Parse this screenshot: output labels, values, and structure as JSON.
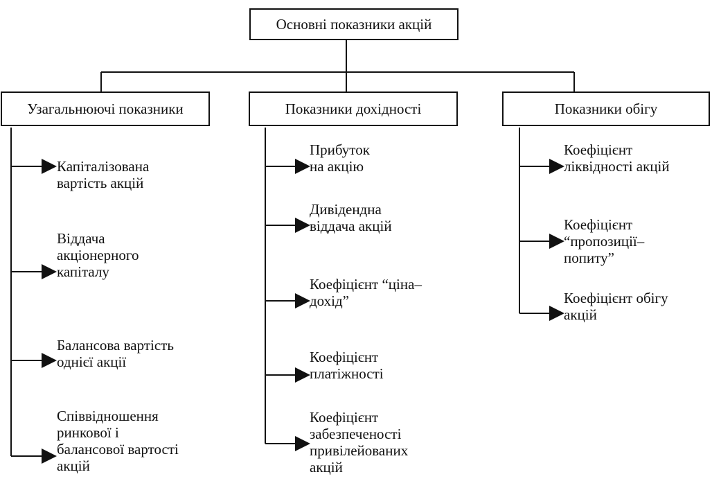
{
  "root": {
    "label": "Основні показники акцій"
  },
  "categories": [
    {
      "label": "Узагальнюючі показники",
      "items": [
        "Капіталізована\nвартість акцій",
        "Віддача\nакціонерного\nкапіталу",
        "Балансова вартість\nоднієї акції",
        "Співвідношення\nринкової і\nбалансової вартості\nакцій"
      ]
    },
    {
      "label": "Показники дохідності",
      "items": [
        "Прибуток\nна акцію",
        "Дивідендна\nвіддача акцій",
        "Коефіцієнт “ціна–\nдохід”",
        "Коефіцієнт\nплатіжності",
        "Коефіцієнт\nзабезпеченості\nпривілейованих\nакцій"
      ]
    },
    {
      "label": "Показники обігу",
      "items": [
        "Коефіцієнт\nліквідності акцій",
        "Коефіцієнт\n“пропозиції–\nпопиту”",
        "Коефіцієнт обігу\nакцій"
      ]
    }
  ]
}
